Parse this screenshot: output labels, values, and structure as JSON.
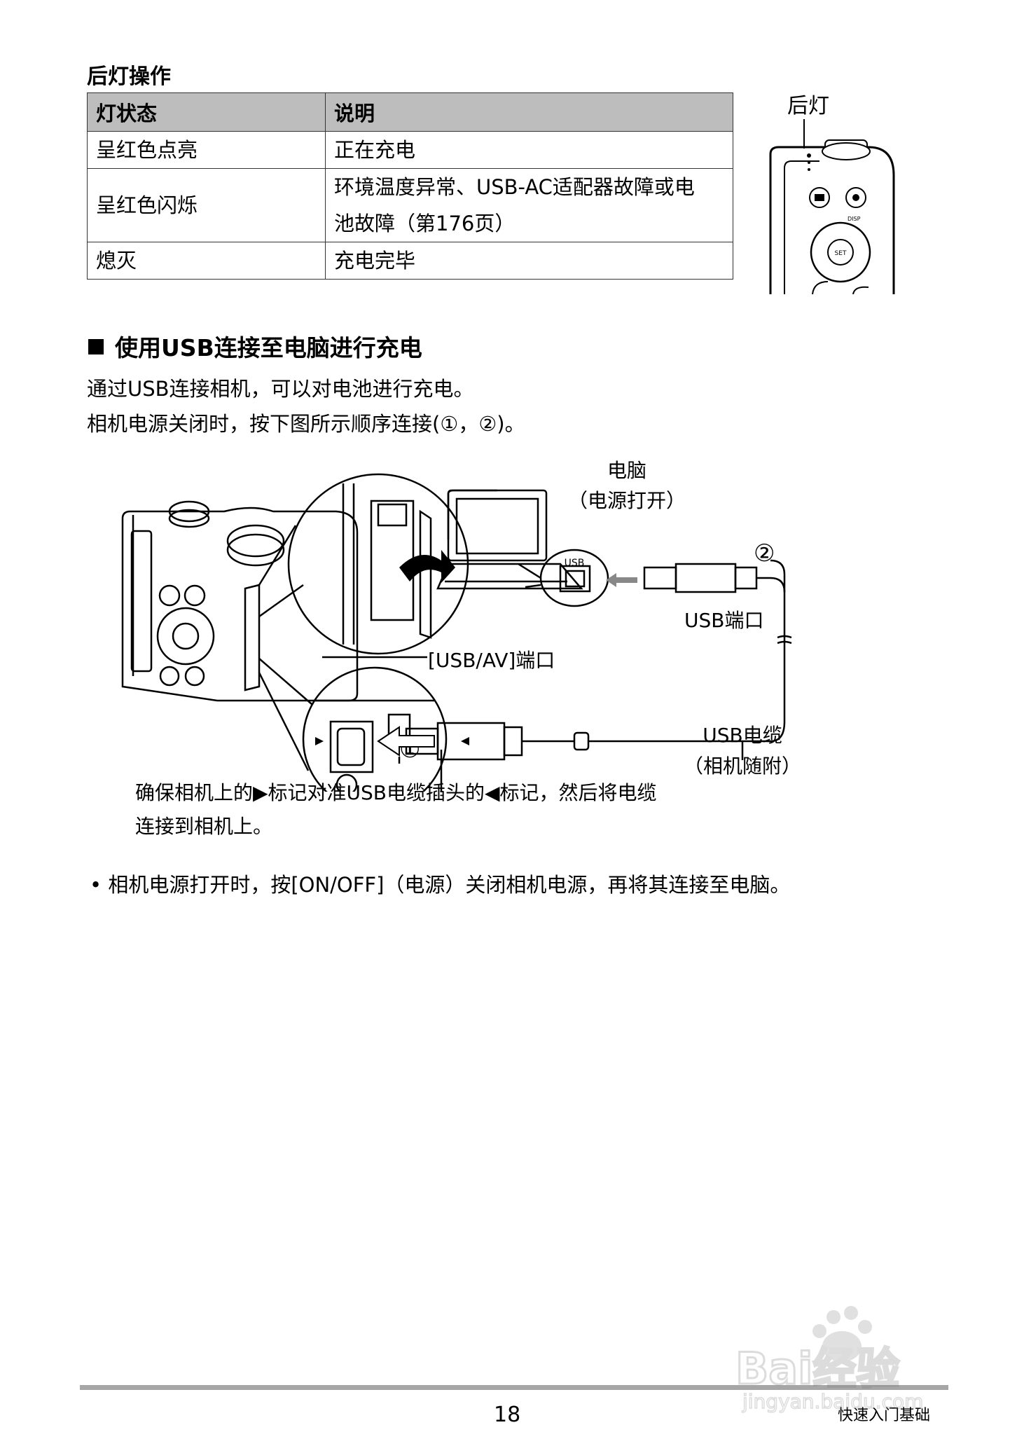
{
  "section1": {
    "title": "后灯操作",
    "table": {
      "headers": [
        "灯状态",
        "说明"
      ],
      "rows": [
        [
          "呈红色点亮",
          "正在充电"
        ],
        [
          "呈红色闪烁",
          "环境温度异常、USB-AC适配器故障或电",
          "池故障（第176页）"
        ],
        [
          "熄灭",
          "充电完毕"
        ]
      ]
    },
    "camera_label": "后灯"
  },
  "section2": {
    "title": "使用USB连接至电脑进行充电",
    "para1": "通过USB连接相机，可以对电池进行充电。",
    "para2": "相机电源关闭时，按下图所示顺序连接(①，②)。"
  },
  "diagram": {
    "computer_label": "电脑",
    "computer_sub": "（电源打开）",
    "usb_text": "USB",
    "usb_port_label": "USB端口",
    "usb_av_label": "[USB/AV]端口",
    "cable_label": "USB电缆",
    "cable_sub": "（相机随附）",
    "step1": "①",
    "step2": "②",
    "caption_line1": "确保相机上的▶标记对准USB电缆插头的◀标记，然后将电缆",
    "caption_line2": "连接到相机上。"
  },
  "bullet": "• 相机电源打开时，按[ON/OFF]（电源）关闭相机电源，再将其连接至电脑。",
  "footer": {
    "page_number": "18",
    "chapter": "快速入门基础"
  },
  "watermark": {
    "brand": "Bai经验",
    "url": "jingyan.baidu.com"
  }
}
